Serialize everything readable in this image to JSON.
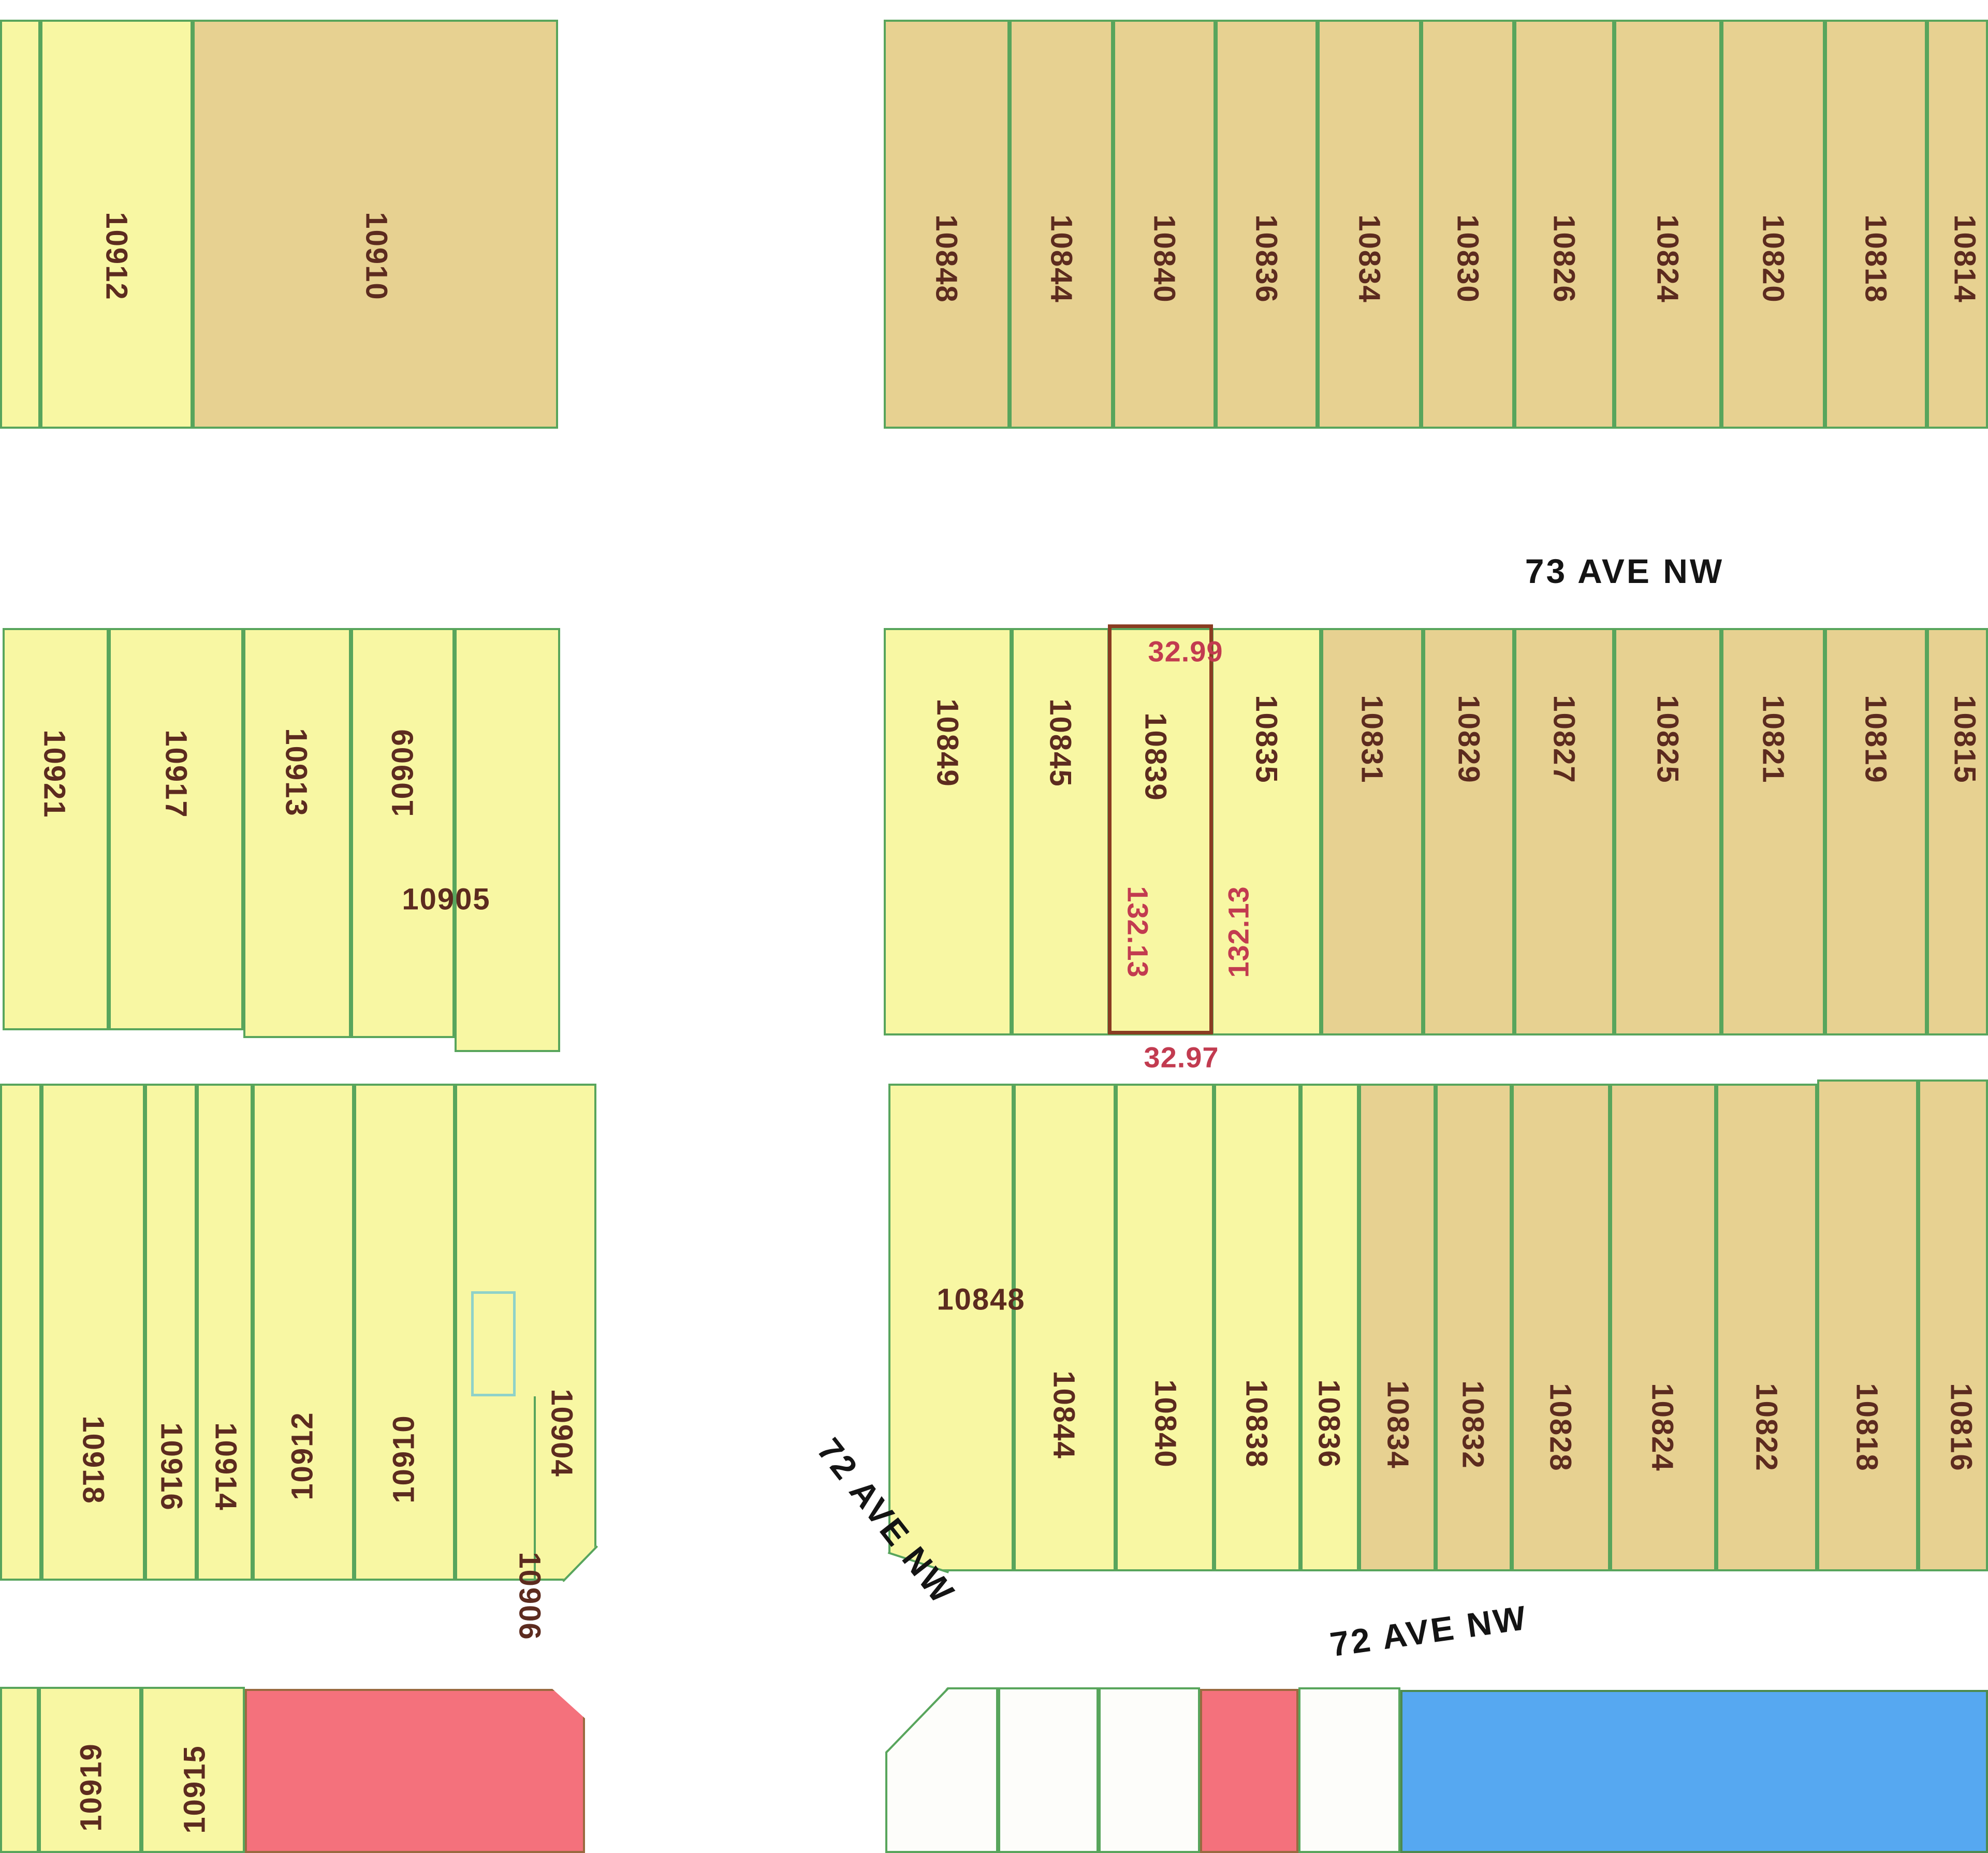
{
  "streets": {
    "ave73": "73 AVE NW",
    "ave72_diagonal": "72 AVE NW",
    "ave72_horizontal": "72 AVE NW"
  },
  "selected_parcel": {
    "id": "10839",
    "front_dimension": "32.99",
    "left_side_dimension": "132.13",
    "right_side_dimension": "132.13",
    "rear_dimension": "32.97"
  },
  "blocks": {
    "top_left": [
      "10912",
      "10910"
    ],
    "top_right": [
      "10848",
      "10844",
      "10840",
      "10836",
      "10834",
      "10830",
      "10826",
      "10824",
      "10820",
      "10818",
      "10814"
    ],
    "mid_left": [
      "10921",
      "10917",
      "10913",
      "10909",
      "10905"
    ],
    "mid_right": [
      "10849",
      "10845",
      "10839",
      "10835",
      "10831",
      "10829",
      "10827",
      "10825",
      "10821",
      "10819",
      "10815"
    ],
    "low_left": [
      "10918",
      "10916",
      "10914",
      "10912",
      "10910",
      "10904",
      "10906"
    ],
    "low_right": [
      "10848",
      "10844",
      "10840",
      "10838",
      "10836",
      "10834",
      "10832",
      "10828",
      "10824",
      "10822",
      "10818",
      "10816"
    ],
    "bottom_left": [
      "10919",
      "10915"
    ]
  },
  "colors": {
    "parcel_yellow": "#f8f7a3",
    "parcel_tan": "#e7d191",
    "parcel_red": "#f4717c",
    "parcel_blue": "#56a8f1",
    "parcel_white": "#fdfdfa",
    "border_green": "#58a55c",
    "label_brown": "#5c2b1f",
    "dimension_red": "#c23b50",
    "selected_outline_red": "#8a3c22",
    "notch_teal": "#8fd2c9",
    "street_black": "#141414"
  }
}
